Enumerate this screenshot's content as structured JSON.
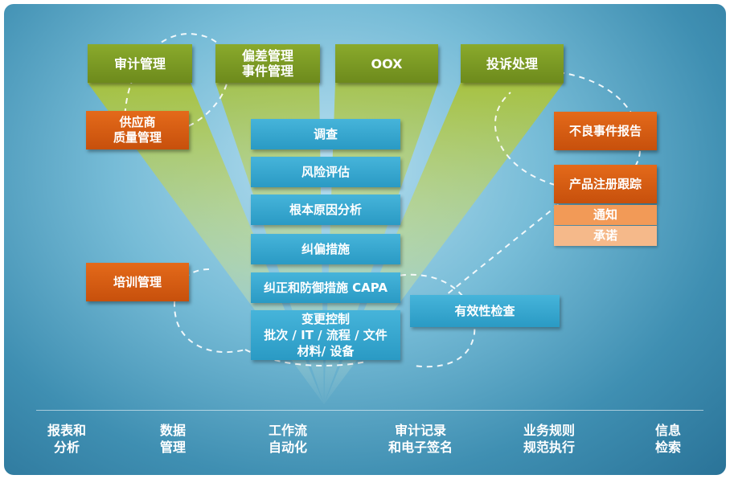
{
  "top_modules": [
    {
      "label": "审计管理"
    },
    {
      "label": "偏差管理\n事件管理"
    },
    {
      "label": "OOX"
    },
    {
      "label": "投诉处理"
    }
  ],
  "left_modules": [
    {
      "label": "供应商\n质量管理"
    },
    {
      "label": "培训管理"
    }
  ],
  "right_modules": [
    {
      "label": "不良事件报告"
    },
    {
      "label": "产品注册跟踪"
    },
    {
      "label": "通知"
    },
    {
      "label": "承诺"
    }
  ],
  "capa_steps": [
    {
      "label": "调查"
    },
    {
      "label": "风险评估"
    },
    {
      "label": "根本原因分析"
    },
    {
      "label": "纠偏措施"
    },
    {
      "label": "纠正和防御措施 CAPA"
    },
    {
      "label": "变更控制\n批次 / IT / 流程 / 文件\n材料/ 设备"
    }
  ],
  "effectiveness": {
    "label": "有效性检查"
  },
  "bottom_features": [
    {
      "label": "报表和\n分析"
    },
    {
      "label": "数据\n管理"
    },
    {
      "label": "工作流\n自动化"
    },
    {
      "label": "审计记录\n和电子签名"
    },
    {
      "label": "业务规则\n规范执行"
    },
    {
      "label": "信息\n检索"
    }
  ],
  "colors": {
    "green": "#7a981f",
    "orange": "#d65d12",
    "blue": "#34a6cf",
    "background": "#5ea7c8"
  }
}
